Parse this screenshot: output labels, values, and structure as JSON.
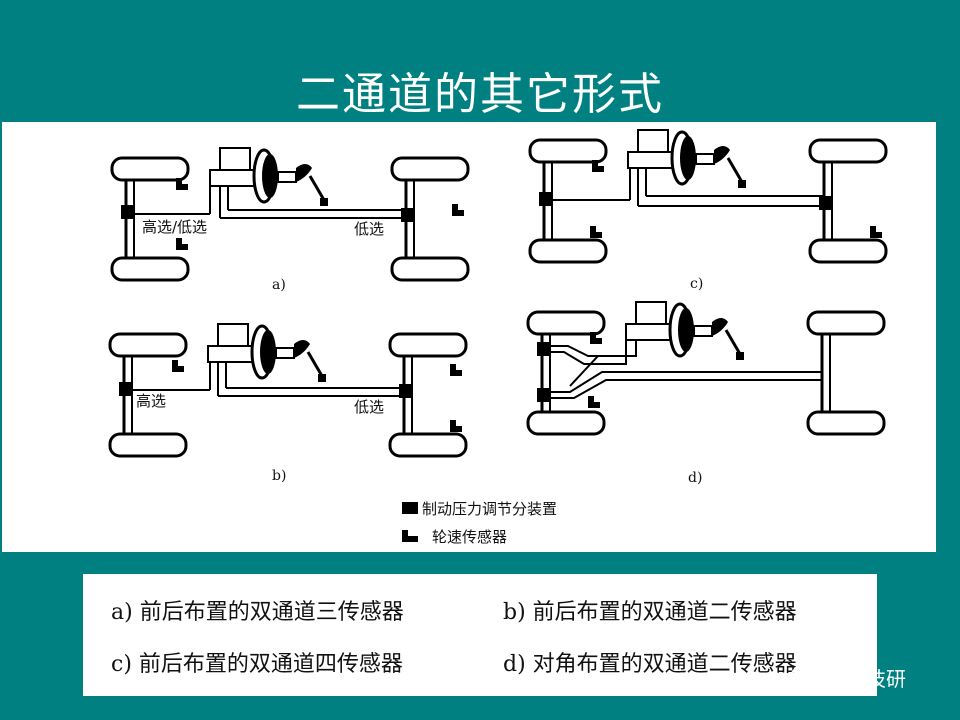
{
  "title": "二通道的其它形式",
  "diagrams": {
    "a": {
      "sub": "a)",
      "label_front": "高选/低选",
      "label_rear": "低选"
    },
    "b": {
      "sub": "b)",
      "label_front": "高选",
      "label_rear": "低选"
    },
    "c": {
      "sub": "c)"
    },
    "d": {
      "sub": "d)"
    }
  },
  "legend": {
    "modulator": "制动压力调节分装置",
    "sensor": "轮速传感器"
  },
  "captions": {
    "a": "a) 前后布置的双通道三传感器",
    "b": "b) 前后布置的双通道二传感器",
    "c": "c) 前后布置的双通道四传感器",
    "d": "d) 对角布置的双通道二传感器"
  },
  "watermark": "汽车技研"
}
